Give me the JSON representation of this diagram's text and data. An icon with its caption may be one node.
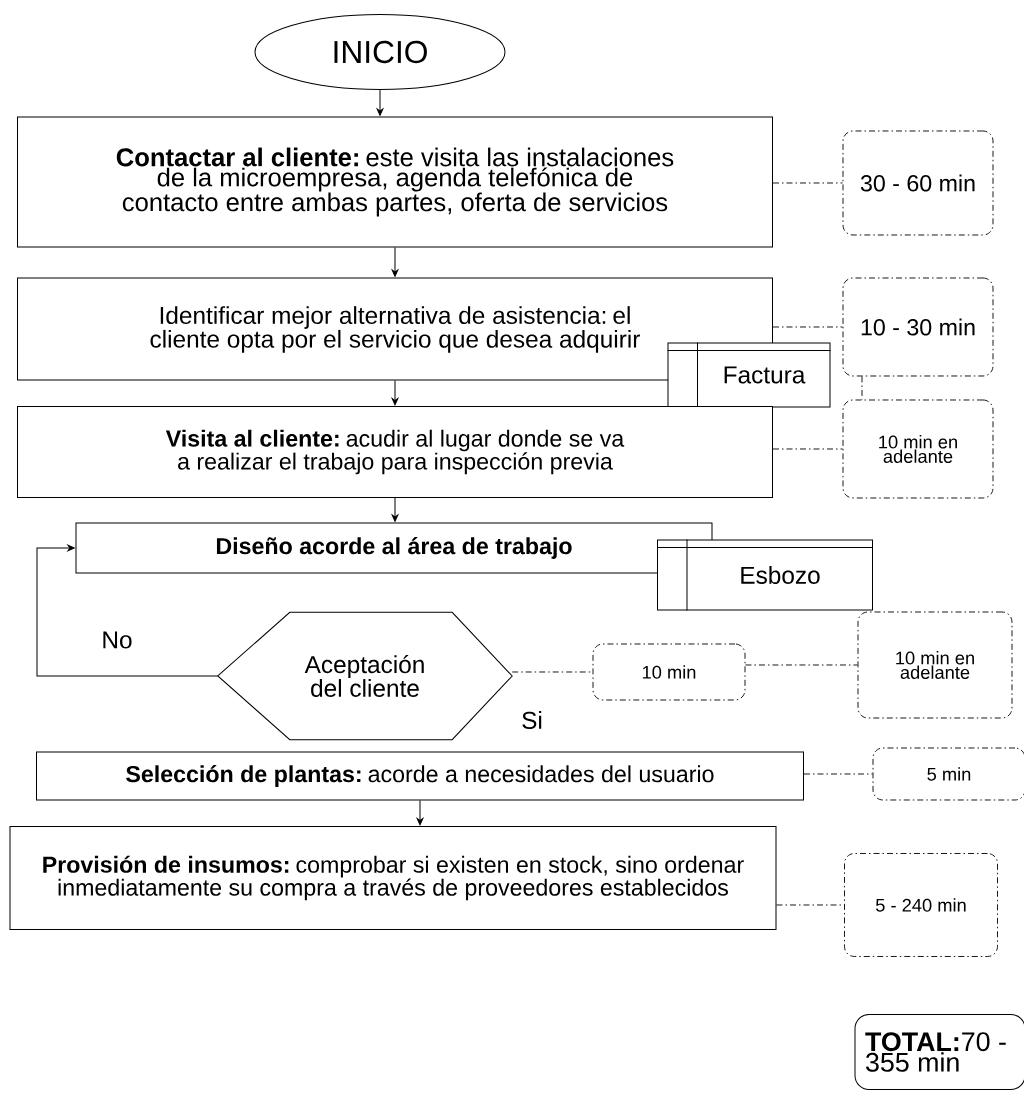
{
  "diagram": {
    "nodes": [
      {
        "text": [
          "INICIO"
        ]
      },
      {
        "text": [
          "**Contactar al cliente:** este visita las instalaciones de la microempresa, agenda telefónica de contacto entre ambas partes, oferta de servicios"
        ]
      },
      {
        "text": [
          "Identificar mejor alternativa de asistencia: el cliente opta por el servicio que desea adquirir"
        ]
      },
      {
        "text": [
          "Factura"
        ]
      },
      {
        "text": [
          "**Visita al cliente:** acudir al lugar donde se va a realizar el trabajo para inspección previa"
        ]
      },
      {
        "text": [
          "Diseño acorde al área de trabajo"
        ]
      },
      {
        "text": [
          "Esbozo"
        ]
      },
      {
        "text": [
          "Aceptación del cliente"
        ]
      },
      {
        "text": [
          "**Selección de plantas:** acorde a necesidades del usuario"
        ]
      },
      {
        "text": [
          "**Provisión de insumos:** comprobar si existen en stock, sino ordenar inmediatamente su compra a través de proveedores establecidos"
        ]
      },
      {
        "text": [
          "30 - 60 min"
        ]
      },
      {
        "text": [
          "10 - 30 min"
        ]
      },
      {
        "text": [
          "10 min en adelante"
        ]
      },
      {
        "text": [
          "10 min"
        ]
      },
      {
        "text": [
          "10 min en adelante"
        ]
      },
      {
        "text": [
          "5 min"
        ]
      },
      {
        "text": [
          "5 - 240 min"
        ]
      },
      {
        "text": [
          "**TOTAL:**70 - 355 min"
        ]
      }
    ],
    "edges": [
      {
        "from": 0,
        "to": 1,
        "arrow": "to"
      },
      {
        "from": 1,
        "to": 2,
        "arrow": "to"
      },
      {
        "from": 2,
        "to": 4,
        "arrow": "to"
      },
      {
        "from": 4,
        "to": 5,
        "arrow": "to"
      },
      {
        "from": 7,
        "to": 5,
        "arrow": "to",
        "label": "No"
      },
      {
        "from": 8,
        "to": 9,
        "arrow": "to"
      },
      {
        "from": 1,
        "to": 10,
        "arrow": "none",
        "style": "dashed"
      },
      {
        "from": 2,
        "to": 11,
        "arrow": "none",
        "style": "dashed"
      },
      {
        "from": 11,
        "to": 12,
        "arrow": "none",
        "style": "dashed"
      },
      {
        "from": 4,
        "to": 12,
        "arrow": "none",
        "style": "dashed"
      },
      {
        "from": 7,
        "to": 13,
        "arrow": "none",
        "style": "dashed"
      },
      {
        "from": 13,
        "to": 14,
        "arrow": "none",
        "style": "dashed"
      },
      {
        "from": 8,
        "to": 15,
        "arrow": "none",
        "style": "dashed"
      },
      {
        "from": 9,
        "to": 16,
        "arrow": "none",
        "style": "dashed"
      }
    ],
    "labels": [
      "Si"
    ]
  }
}
